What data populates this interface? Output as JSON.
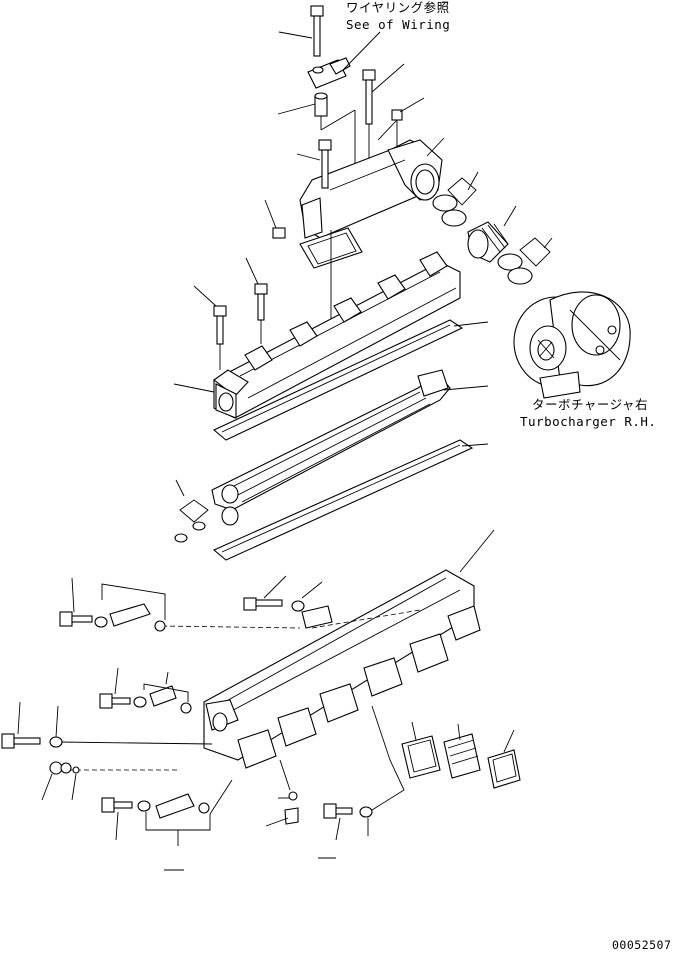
{
  "notes": {
    "wiring_jp": "ワイヤリング参照",
    "wiring_en": "See of Wiring",
    "turbo_jp": "ターボチャージャ右",
    "turbo_en": "Turbocharger R.H."
  },
  "figure_number": "00052507"
}
